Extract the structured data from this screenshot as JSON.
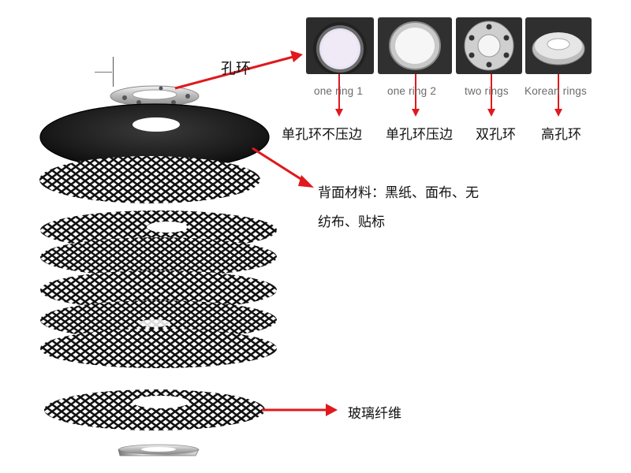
{
  "labels": {
    "ring": "孔环",
    "backing": "背面材料：黑纸、面布、无",
    "backing_cont": "纺布、贴标",
    "fiberglass": "玻璃纤维"
  },
  "ring_types": [
    {
      "caption": "one ring 1",
      "name": "单孔环不压边"
    },
    {
      "caption": "one ring 2",
      "name": "单孔环压边"
    },
    {
      "caption": "two rings",
      "name": "双孔环"
    },
    {
      "caption": "Korean rings",
      "name": "高孔环"
    }
  ],
  "colors": {
    "arrow": "#e0191d",
    "disc": "#1b1b1b",
    "mesh": "#111111",
    "thumb_bg": "#2a2a2a",
    "caption": "#6b6b6b"
  },
  "icons": [
    "metal-ring-icon",
    "black-backing-disc",
    "fiberglass-mesh-disc"
  ]
}
